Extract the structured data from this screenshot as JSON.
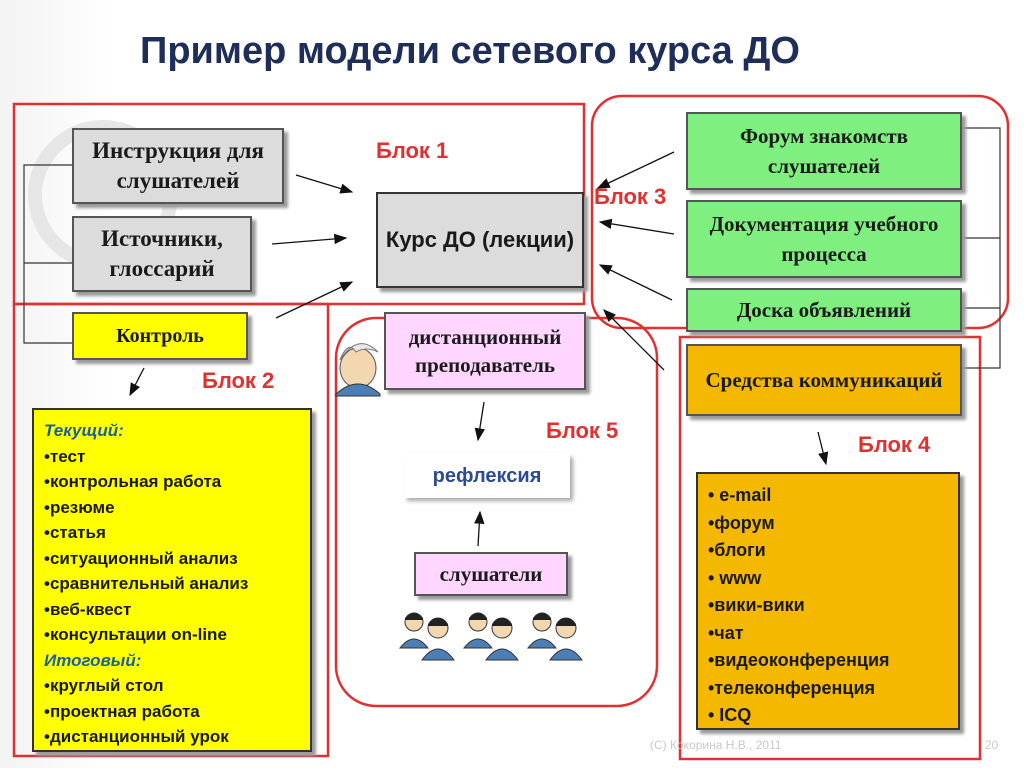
{
  "title": "Пример модели сетевого курса ДО",
  "blocks": {
    "b1": "Блок 1",
    "b2": "Блок 2",
    "b3": "Блок 3",
    "b4": "Блок 4",
    "b5": "Блок 5"
  },
  "nodes": {
    "instructions": "Инструкция для слушателей",
    "sources": "Источники, глоссарий",
    "control": "Контроль",
    "course": "Курс ДО (лекции)",
    "forum_acq": "Форум знакомств слушателей",
    "documentation": "Документация учебного процесса",
    "board": "Доска объявлений",
    "communication": "Средства коммуникаций",
    "teacher": "дистанционный преподаватель",
    "reflection": "рефлексия",
    "students": "слушатели"
  },
  "control_list": [
    {
      "text": "Текущий:",
      "head": true
    },
    {
      "text": "•тест",
      "head": false
    },
    {
      "text": "•контрольная работа",
      "head": false
    },
    {
      "text": "•резюме",
      "head": false
    },
    {
      "text": "•статья",
      "head": false
    },
    {
      "text": "•ситуационный анализ",
      "head": false
    },
    {
      "text": "•сравнительный анализ",
      "head": false
    },
    {
      "text": "•веб-квест",
      "head": false
    },
    {
      "text": "•консультации on-line",
      "head": false
    },
    {
      "text": "Итоговый:",
      "head": true
    },
    {
      "text": "•круглый стол",
      "head": false
    },
    {
      "text": "•проектная работа",
      "head": false
    },
    {
      "text": "•дистанционный урок",
      "head": false
    }
  ],
  "comm_list": [
    "• e-mail",
    "•форум",
    "•блоги",
    "• www",
    "•вики-вики",
    "•чат",
    "•видеоконференция",
    "•телеконференция",
    "• ICQ"
  ],
  "footer": "(С) Кокорина Н.В., 2011",
  "page_number": "20",
  "colors": {
    "title": "#1f2d59",
    "frame_red": "#e03030",
    "green_box": "#7ff07f",
    "orange_box": "#f5b800",
    "yellow_box": "#ffff00",
    "pink_box": "#ffd6ff",
    "gray_box": "#dcdcdc"
  }
}
